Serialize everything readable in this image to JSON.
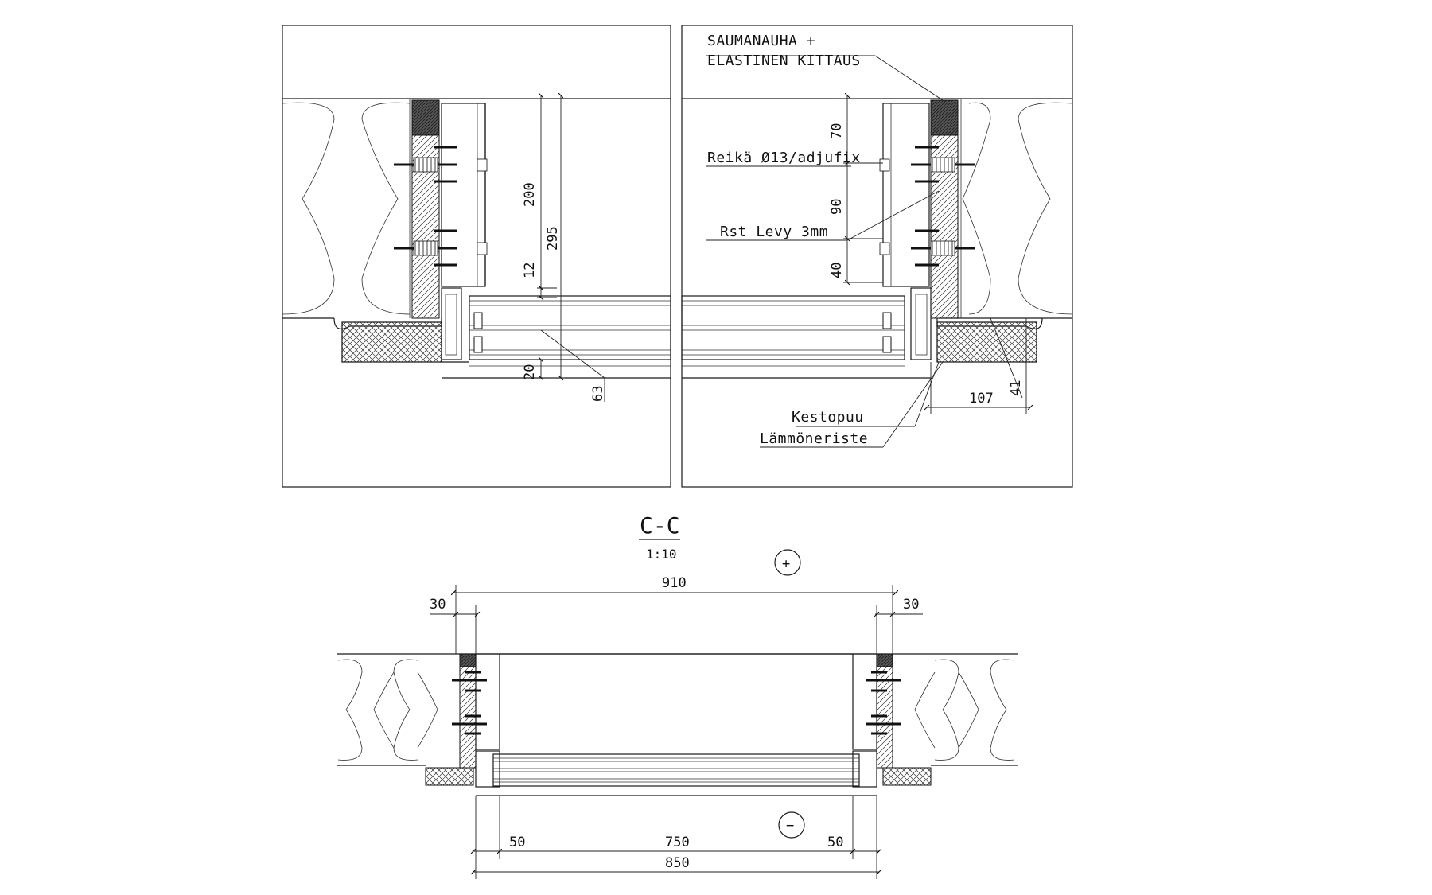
{
  "annotations": {
    "seam_line1": "SAUMANAUHA +",
    "seam_line2": "ELASTINEN KITTAUS",
    "hole": "Reikä Ø13/adjufix",
    "plate": "Rst Levy 3mm",
    "kestopuu": "Kestopuu",
    "insulation": "Lämmöneriste"
  },
  "section": {
    "title": "C-C",
    "scale": "1:10",
    "plus_symbol": "+",
    "minus_symbol": "−"
  },
  "dimensions_top_left": {
    "d200": "200",
    "d295": "295",
    "d12": "12",
    "d20": "20",
    "d63": "63"
  },
  "dimensions_top_right": {
    "d70": "70",
    "d90": "90",
    "d40": "40",
    "d107": "107",
    "d41": "41"
  },
  "dimensions_bottom": {
    "d910": "910",
    "d30_left": "30",
    "d30_right": "30",
    "d50_left": "50",
    "d750": "750",
    "d50_right": "50",
    "d850": "850"
  }
}
